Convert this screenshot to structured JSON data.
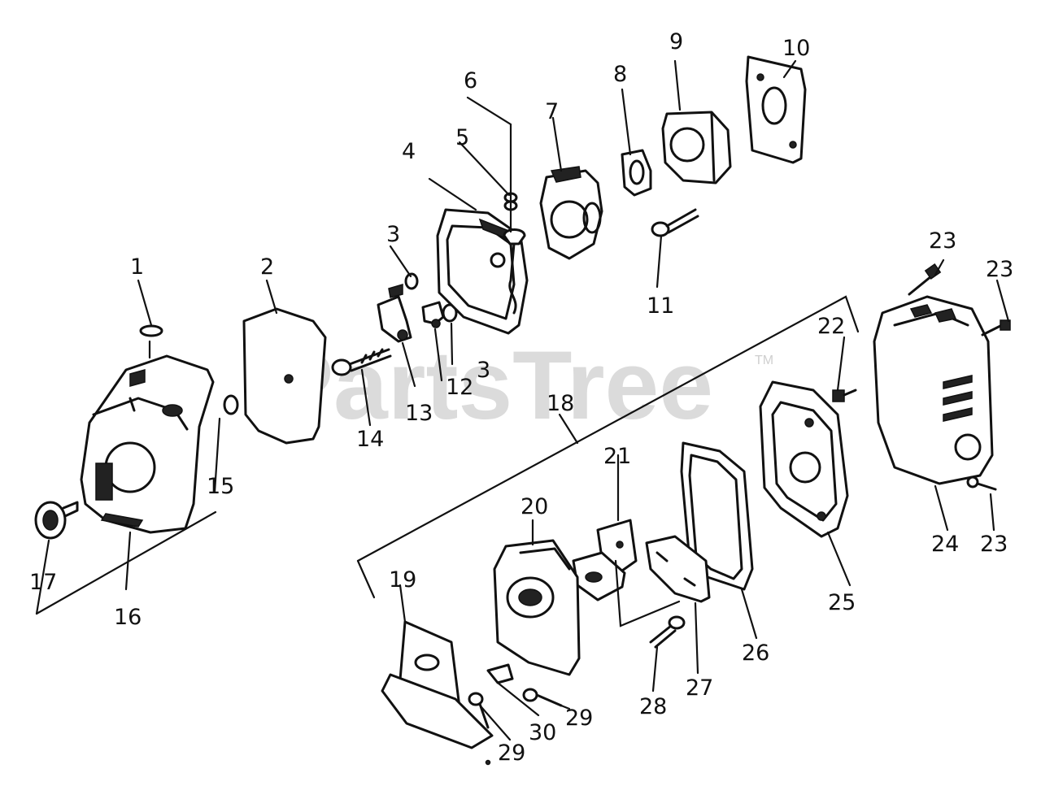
{
  "watermark": {
    "text": "PartsTree",
    "mark": "TM"
  },
  "callouts": [
    {
      "id": "c1",
      "label": "1"
    },
    {
      "id": "c2",
      "label": "2"
    },
    {
      "id": "c3a",
      "label": "3"
    },
    {
      "id": "c3b",
      "label": "3"
    },
    {
      "id": "c4",
      "label": "4"
    },
    {
      "id": "c5",
      "label": "5"
    },
    {
      "id": "c6",
      "label": "6"
    },
    {
      "id": "c7",
      "label": "7"
    },
    {
      "id": "c8",
      "label": "8"
    },
    {
      "id": "c9",
      "label": "9"
    },
    {
      "id": "c10",
      "label": "10"
    },
    {
      "id": "c11",
      "label": "11"
    },
    {
      "id": "c12",
      "label": "12"
    },
    {
      "id": "c13",
      "label": "13"
    },
    {
      "id": "c14",
      "label": "14"
    },
    {
      "id": "c15",
      "label": "15"
    },
    {
      "id": "c16",
      "label": "16"
    },
    {
      "id": "c17",
      "label": "17"
    },
    {
      "id": "c18",
      "label": "18"
    },
    {
      "id": "c19",
      "label": "19"
    },
    {
      "id": "c20",
      "label": "20"
    },
    {
      "id": "c21",
      "label": "21"
    },
    {
      "id": "c22",
      "label": "22"
    },
    {
      "id": "c23a",
      "label": "23"
    },
    {
      "id": "c23b",
      "label": "23"
    },
    {
      "id": "c23c",
      "label": "23"
    },
    {
      "id": "c24",
      "label": "24"
    },
    {
      "id": "c25",
      "label": "25"
    },
    {
      "id": "c26",
      "label": "26"
    },
    {
      "id": "c27",
      "label": "27"
    },
    {
      "id": "c28",
      "label": "28"
    },
    {
      "id": "c29a",
      "label": "29"
    },
    {
      "id": "c29b",
      "label": "29"
    },
    {
      "id": "c30",
      "label": "30"
    }
  ]
}
